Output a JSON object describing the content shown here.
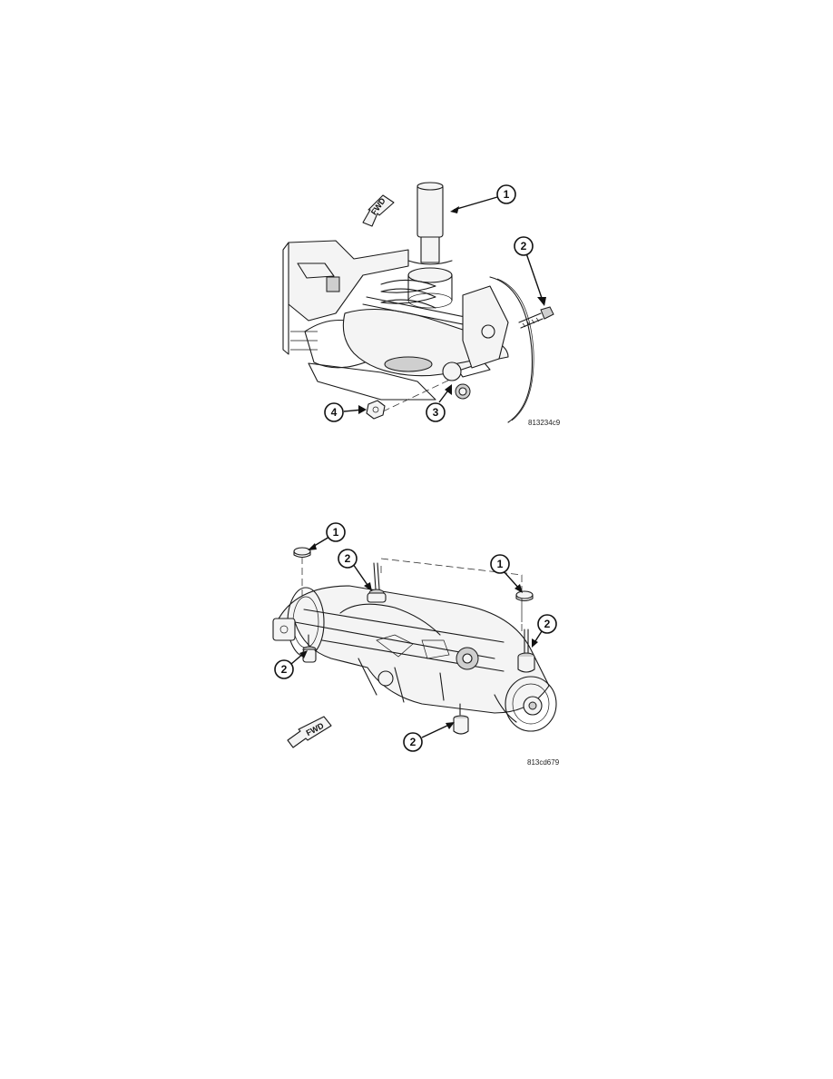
{
  "figures": [
    {
      "code": "813234c9",
      "direction_label": "FWD",
      "callouts": [
        "1",
        "2",
        "3",
        "4"
      ]
    },
    {
      "code": "813cd679",
      "direction_label": "FWD",
      "callouts": [
        "1",
        "2",
        "1",
        "2",
        "2",
        "2"
      ]
    }
  ]
}
